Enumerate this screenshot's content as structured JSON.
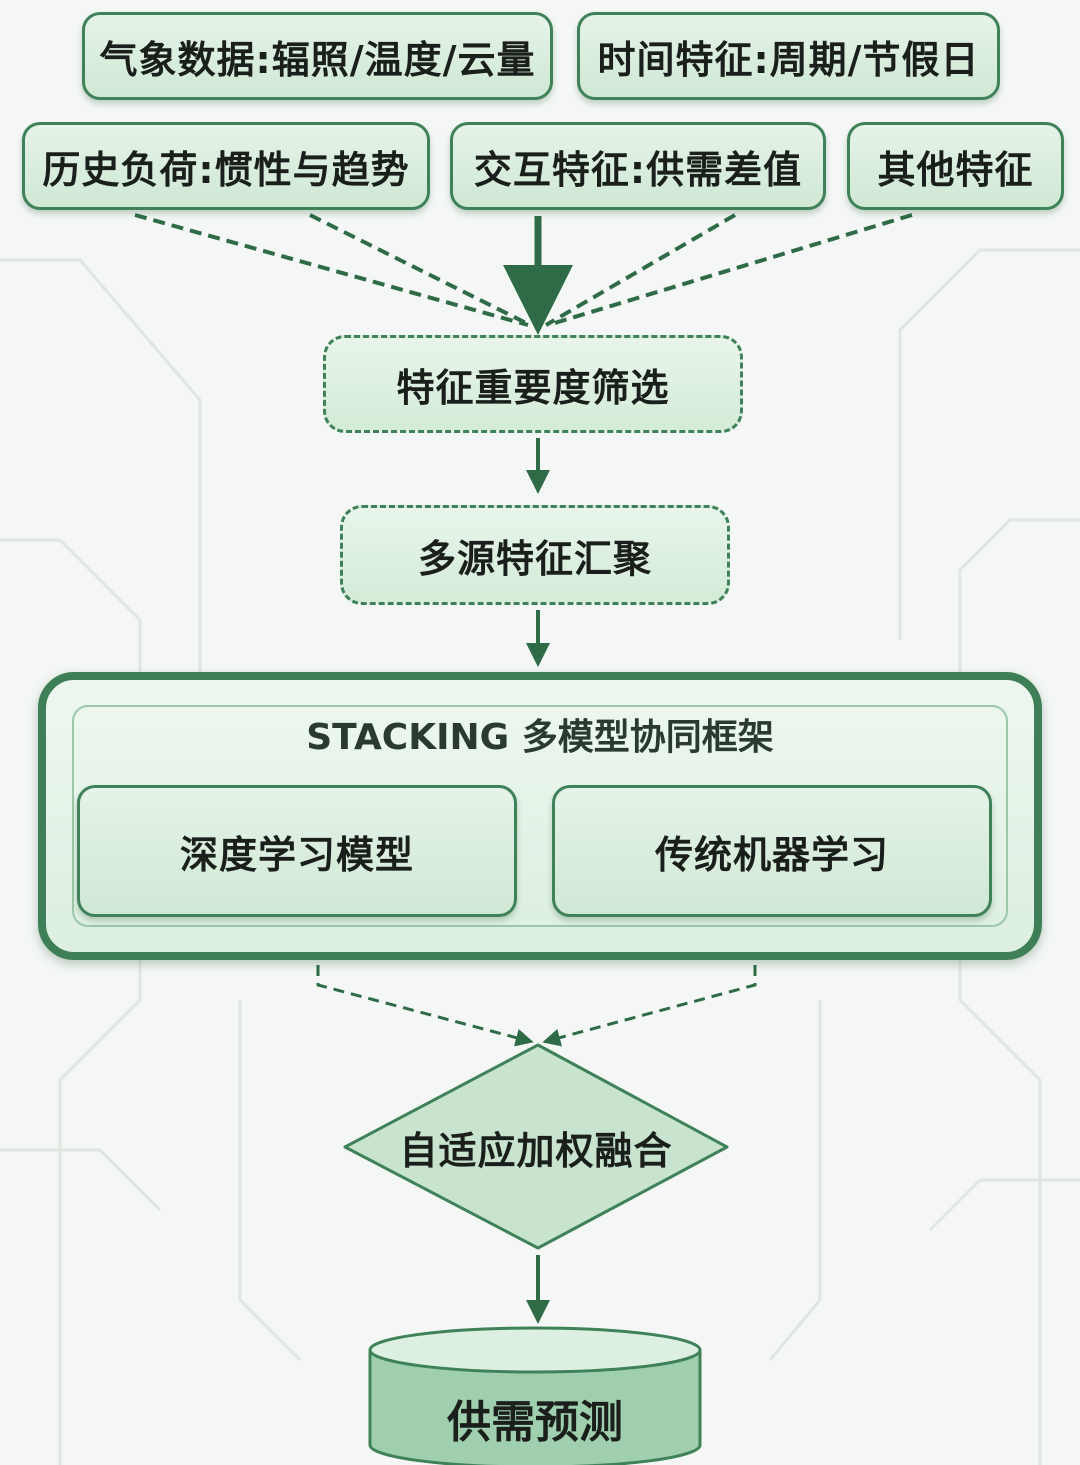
{
  "inputs": {
    "row1": [
      "气象数据:辐照/温度/云量",
      "时间特征:周期/节假日"
    ],
    "row2": [
      "历史负荷:惯性与趋势",
      "交互特征:供需差值",
      "其他特征"
    ]
  },
  "steps": {
    "feature_selection": "特征重要度筛选",
    "feature_aggregation": "多源特征汇聚"
  },
  "stacking": {
    "title": "STACKING 多模型协同框架",
    "models": [
      "深度学习模型",
      "传统机器学习"
    ]
  },
  "fusion": "自适应加权融合",
  "output": "供需预测",
  "colors": {
    "accent": "#3f8158",
    "fill": "#d3ebd7",
    "background": "#f4f7f5"
  }
}
